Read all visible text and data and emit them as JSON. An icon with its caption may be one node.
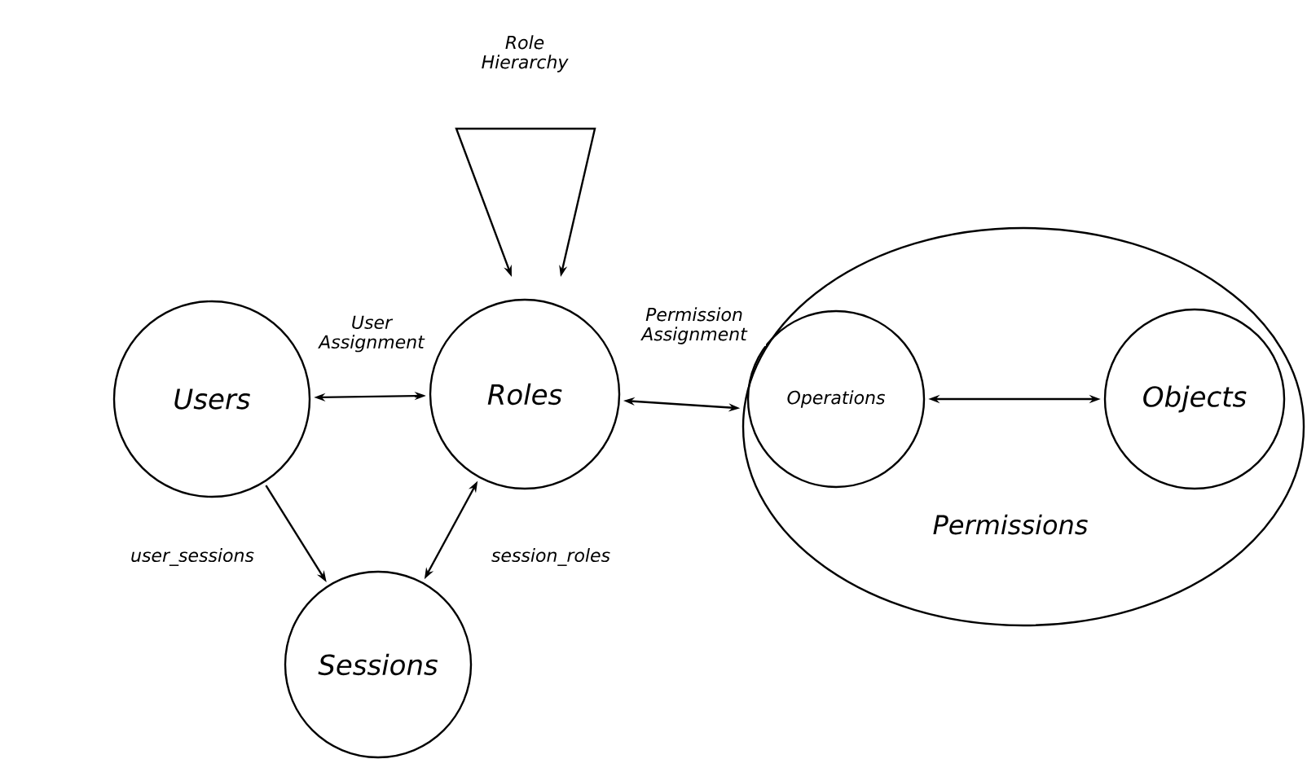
{
  "diagram": {
    "nodes": [
      {
        "text": [
          "Users"
        ]
      },
      {
        "text": [
          "Roles"
        ]
      },
      {
        "text": [
          "Permissions"
        ]
      },
      {
        "text": [
          "Operations"
        ],
        "in": 2
      },
      {
        "text": [
          "Objects"
        ],
        "in": 2
      },
      {
        "text": [
          "Sessions"
        ]
      }
    ],
    "edges": [
      {
        "from": 0,
        "to": 1,
        "arrow": "both",
        "label": "User Assignment"
      },
      {
        "from": 1,
        "to": 2,
        "arrow": "both",
        "label": "Permission Assignment"
      },
      {
        "from": 3,
        "to": 4,
        "arrow": "both"
      },
      {
        "from": 0,
        "to": 5,
        "arrow": "to",
        "label": "user_sessions"
      },
      {
        "from": 5,
        "to": 1,
        "arrow": "both",
        "label": "session_roles"
      },
      {
        "from": 1,
        "to": 1,
        "arrow": "both",
        "label": "Role Hierarchy"
      }
    ]
  }
}
